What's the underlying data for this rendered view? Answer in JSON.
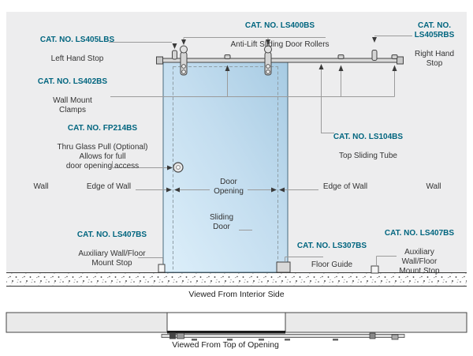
{
  "diagram": {
    "captions": {
      "interior_view": "Viewed From Interior Side",
      "top_view": "Viewed From Top of Opening"
    },
    "annotations": {
      "left_hand_stop": {
        "cat_no": "CAT. NO. LS405LBS",
        "label": "Left Hand Stop"
      },
      "anti_lift_rollers": {
        "cat_no": "CAT. NO. LS400BS",
        "label": "Anti-Lift Sliding Door Rollers"
      },
      "right_hand_stop": {
        "cat_no": "CAT. NO.\nLS405RBS",
        "label": "Right Hand\nStop"
      },
      "wall_mount_clamps": {
        "cat_no": "CAT. NO. LS402BS",
        "label": "Wall Mount\nClamps"
      },
      "thru_glass_pull": {
        "cat_no": "CAT. NO. FP214BS",
        "label": "Thru Glass Pull (Optional)\nAllows for full\ndoor opening access"
      },
      "top_sliding_tube": {
        "cat_no": "CAT. NO. LS104BS",
        "label": "Top Sliding Tube"
      },
      "aux_stop_left": {
        "cat_no": "CAT. NO. LS407BS",
        "label": "Auxiliary Wall/Floor\nMount Stop"
      },
      "floor_guide": {
        "cat_no": "CAT. NO. LS307BS",
        "label": "Floor Guide"
      },
      "aux_stop_right": {
        "cat_no": "CAT. NO. LS407BS",
        "label": "Auxiliary\nWall/Floor\nMount Stop"
      }
    },
    "plain_labels": {
      "wall_left": "Wall",
      "edge_of_wall_left": "Edge of Wall",
      "door_opening": "Door\nOpening",
      "edge_of_wall_right": "Edge of Wall",
      "wall_right": "Wall",
      "sliding_door": "Sliding\nDoor"
    },
    "colors": {
      "cat_no_accent": "#00657f",
      "glass_blue_light": "#ddeffa",
      "glass_blue_dark": "#a7cbe3",
      "wall_gray": "#ededee",
      "leader_line_gray": "#9b9b9b"
    }
  }
}
